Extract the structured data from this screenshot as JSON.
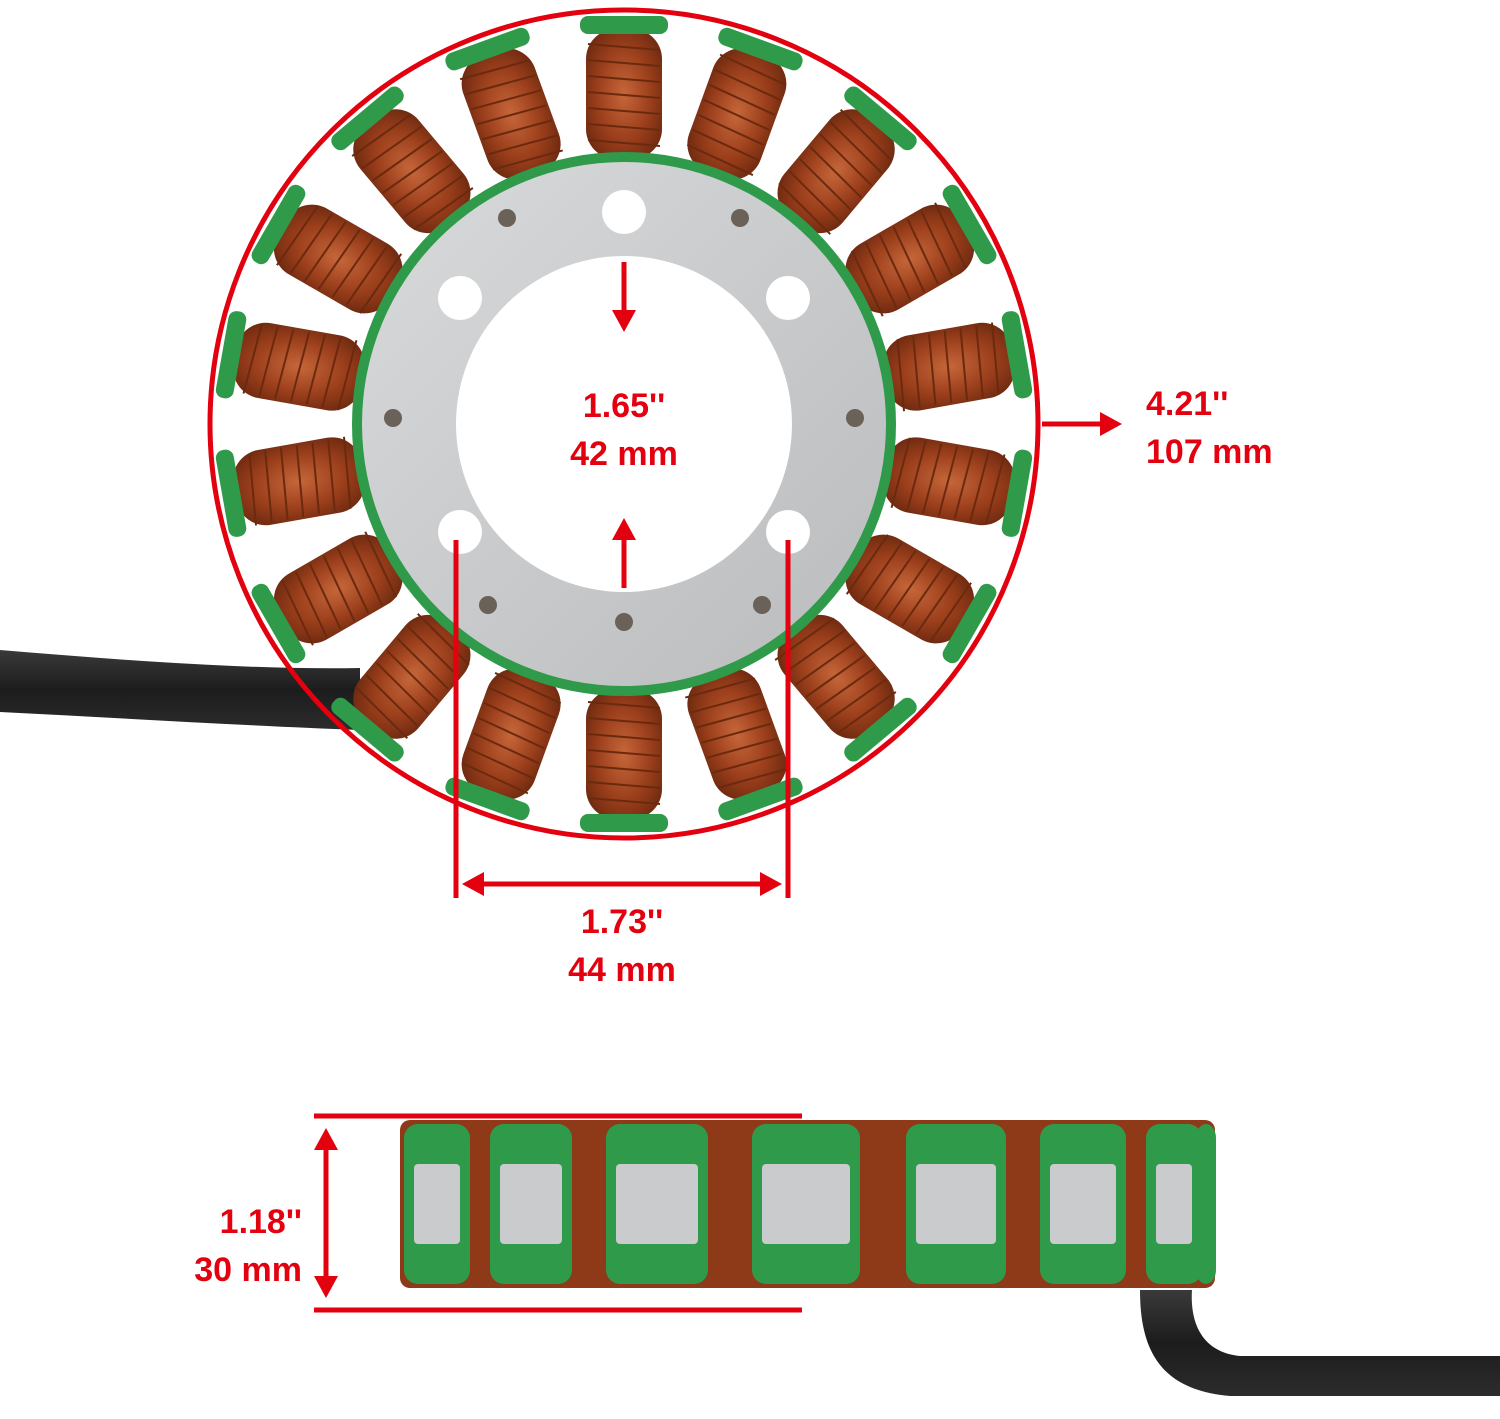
{
  "dimensions": {
    "inner_diameter": {
      "inches": "1.65''",
      "mm": "42 mm"
    },
    "outer_diameter": {
      "inches": "4.21''",
      "mm": "107 mm"
    },
    "bolt_spacing": {
      "inches": "1.73''",
      "mm": "44 mm"
    },
    "height": {
      "inches": "1.18''",
      "mm": "30 mm"
    }
  },
  "colors": {
    "accent": "#e3000f",
    "insulation_green": "#2f9a4a",
    "copper": "#a84a22",
    "steel": "#c9cbcc",
    "cable": "#222222"
  },
  "icons": [
    "stator-top-view-icon",
    "stator-side-view-icon",
    "dimension-arrow-icon"
  ]
}
